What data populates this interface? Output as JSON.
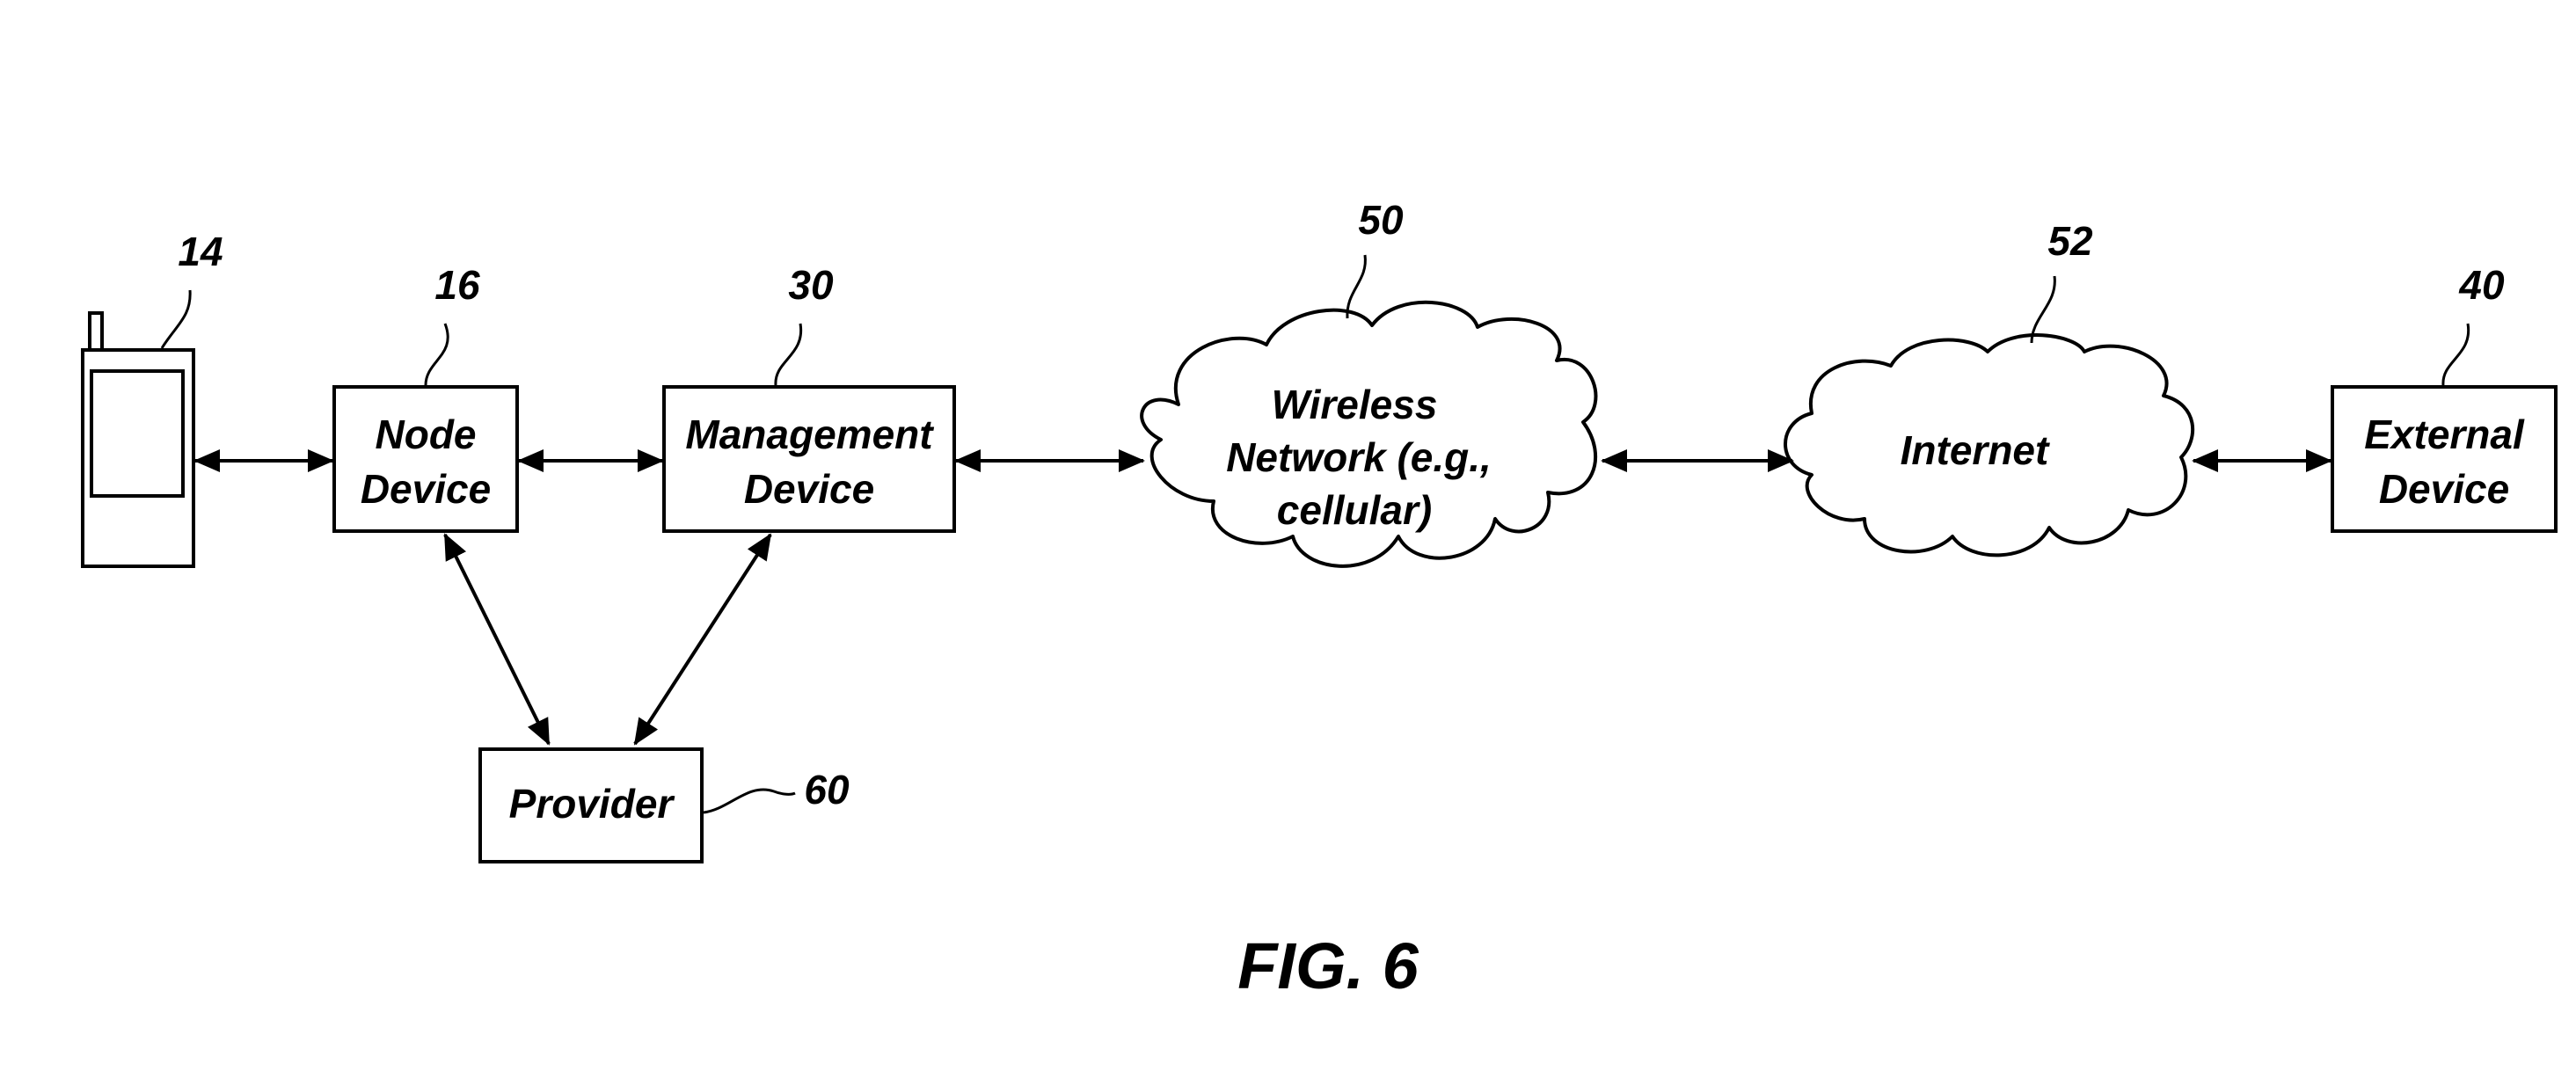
{
  "figure": {
    "caption": "FIG. 6"
  },
  "nodes": {
    "mobile_device": {
      "ref": "14"
    },
    "node_device": {
      "ref": "16",
      "line1": "Node",
      "line2": "Device"
    },
    "management_device": {
      "ref": "30",
      "line1": "Management",
      "line2": "Device"
    },
    "wireless_network": {
      "ref": "50",
      "line1": "Wireless",
      "line2": "Network (e.g.,",
      "line3": "cellular)"
    },
    "internet": {
      "ref": "52",
      "line1": "Internet"
    },
    "external_device": {
      "ref": "40",
      "line1": "External",
      "line2": "Device"
    },
    "provider": {
      "ref": "60",
      "line1": "Provider"
    }
  },
  "connections": [
    {
      "from": "mobile_device",
      "to": "node_device",
      "type": "bidirectional"
    },
    {
      "from": "node_device",
      "to": "management_device",
      "type": "bidirectional"
    },
    {
      "from": "management_device",
      "to": "wireless_network",
      "type": "bidirectional"
    },
    {
      "from": "wireless_network",
      "to": "internet",
      "type": "bidirectional"
    },
    {
      "from": "internet",
      "to": "external_device",
      "type": "bidirectional"
    },
    {
      "from": "node_device",
      "to": "provider",
      "type": "bidirectional"
    },
    {
      "from": "management_device",
      "to": "provider",
      "type": "bidirectional"
    }
  ]
}
